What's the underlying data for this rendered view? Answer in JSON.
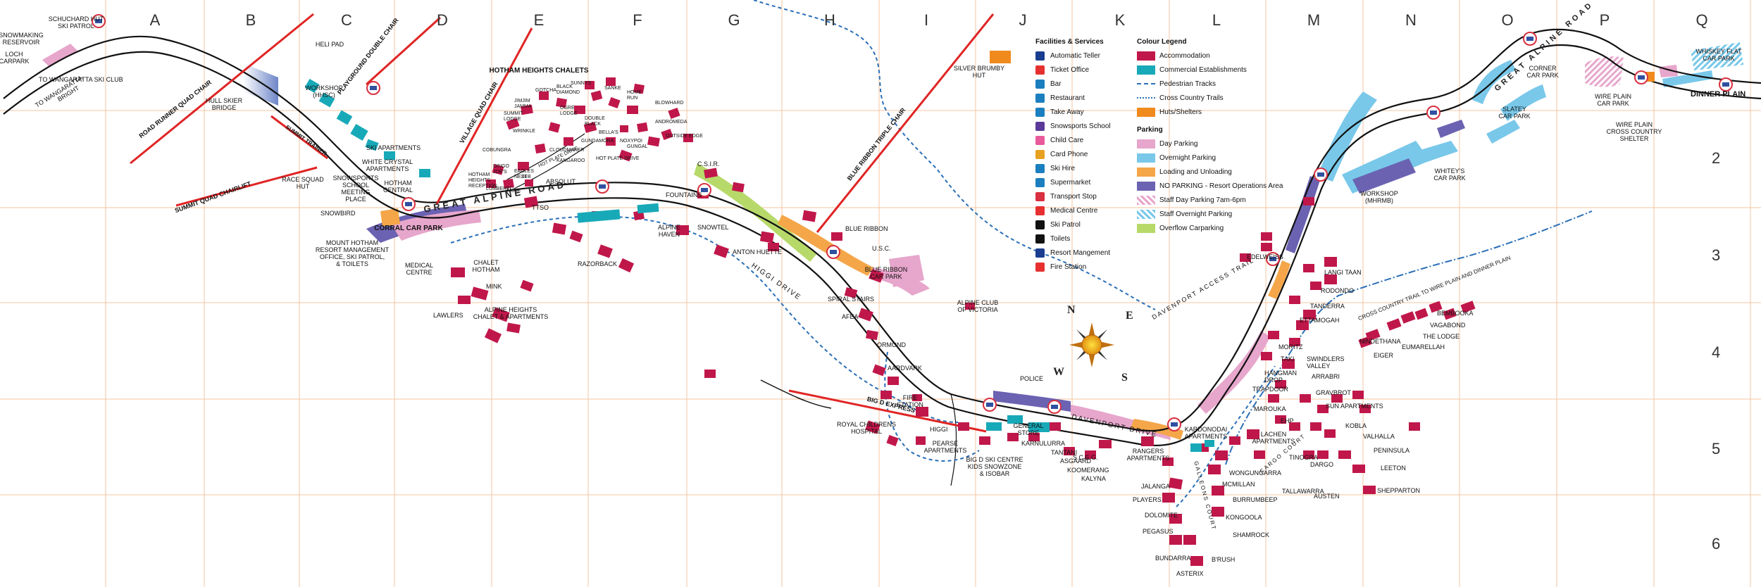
{
  "columns": [
    "A",
    "B",
    "C",
    "D",
    "E",
    "F",
    "G",
    "H",
    "I",
    "J",
    "K",
    "L",
    "M",
    "N",
    "O",
    "P",
    "Q"
  ],
  "rows": [
    "2",
    "3",
    "4",
    "5",
    "6"
  ],
  "road_labels": {
    "great_alpine_road": "GREAT ALPINE ROAD",
    "great_alpine_road_east": "GREAT ALPINE ROAD",
    "higgi_drive": "HIGGI DRIVE",
    "davenport_drive": "DAVENPORT DRIVE",
    "davenport_access_trail": "DAVENPORT ACCESS TRAIL",
    "galleons_court": "GALLEONS COURT",
    "cargo_court": "CARGO COURT",
    "to_wangaratta": "TO WANGARATTA",
    "bright": "BRIGHT",
    "dinner_plain": "DINNER PLAIN",
    "cross_country_trail": "CROSS COUNTRY TRAIL TO WIRE PLAIN AND DINNER PLAIN",
    "hot_plate_drive": "HOT PLATE DRIVE"
  },
  "lifts": {
    "road_runner": "ROAD RUNNER QUAD CHAIR",
    "playground": "PLAYGROUND DOUBLE CHAIR",
    "village": "VILLAGE QUAD CHAIR",
    "summit_quad": "SUMMIT QUAD CHAIRLIFT",
    "summit_trainer": "SUMMIT TRAINER",
    "blue_ribbon": "BLUE RIBBON TRIPLE CHAIR",
    "big_d": "BIG D EXPRESS"
  },
  "places": [
    {
      "id": "snowmaking",
      "text": "SNOWMAKING\nRESERVOIR"
    },
    {
      "id": "loch",
      "text": "LOCH\nCARPARK"
    },
    {
      "id": "schuchard",
      "text": "SCHUCHARD HUT\nSKI PATROL"
    },
    {
      "id": "to_wang_club",
      "text": "TO WANGARATTA SKI CLUB"
    },
    {
      "id": "hull_bridge",
      "text": "HULL SKIER\nBRIDGE"
    },
    {
      "id": "helipad",
      "text": "HELI PAD"
    },
    {
      "id": "workshop_c",
      "text": "WORKSHOP\n(HHSC)"
    },
    {
      "id": "hotham_heights",
      "text": "HOTHAM HEIGHTS CHALETS"
    },
    {
      "id": "snowsports_school",
      "text": "SNOWSPORTS\nSCHOOL\nMEETING\nPLACE"
    },
    {
      "id": "white_crystal",
      "text": "WHITE CRYSTAL\nAPARTMENTS"
    },
    {
      "id": "hotham_central",
      "text": "HOTHAM\nCENTRAL"
    },
    {
      "id": "race_squad",
      "text": "RACE SQUAD\nHUT"
    },
    {
      "id": "snowbird",
      "text": "SNOWBIRD"
    },
    {
      "id": "corral",
      "text": "CORRAL CAR PARK"
    },
    {
      "id": "mount_hotham",
      "text": "MOUNT HOTHAM\nRESORT MANAGEMENT\nOFFICE, SKI PATROL,\n& TOILETS"
    },
    {
      "id": "medical_c",
      "text": "MEDICAL\nCENTRE"
    },
    {
      "id": "chalet_hotham",
      "text": "CHALET\nHOTHAM"
    },
    {
      "id": "mink",
      "text": "MINK"
    },
    {
      "id": "alpine_heights",
      "text": "ALPINE HEIGHTS\nCHALET & APARTMENTS"
    },
    {
      "id": "lawlers",
      "text": "LAWLERS"
    },
    {
      "id": "razorback",
      "text": "RAZORBACK"
    },
    {
      "id": "absolut",
      "text": "ABSOLUT"
    },
    {
      "id": "csir",
      "text": "C.S.I.R."
    },
    {
      "id": "fountains",
      "text": "FOUNTAINS"
    },
    {
      "id": "alpine_haven",
      "text": "ALPINE\nHAVEN"
    },
    {
      "id": "snowtel",
      "text": "SNOWTEL"
    },
    {
      "id": "anton",
      "text": "ANTON HUETTE"
    },
    {
      "id": "blue_ribbon",
      "text": "BLUE RIBBON"
    },
    {
      "id": "usc",
      "text": "U.S.C."
    },
    {
      "id": "blue_ribbon_cp",
      "text": "BLUE RIBBON\nCAR PARK"
    },
    {
      "id": "spiral",
      "text": "SPIRAL STAIRS"
    },
    {
      "id": "afea",
      "text": "AFEA"
    },
    {
      "id": "ormond",
      "text": "ORMOND"
    },
    {
      "id": "aardvark",
      "text": "AARDVARK"
    },
    {
      "id": "fire_station",
      "text": "FIRE\nSTATION"
    },
    {
      "id": "royal_childrens",
      "text": "ROYAL CHILDRENS\nHOSPITAL"
    },
    {
      "id": "higgi",
      "text": "HIGGI"
    },
    {
      "id": "pearse",
      "text": "PEARSE\nAPARTMENTS"
    },
    {
      "id": "big_d_centre",
      "text": "BIG D SKI CENTRE\nKIDS SNOWZONE\n& ISOBAR"
    },
    {
      "id": "silver_brumby",
      "text": "SILVER BRUMBY\nHUT"
    },
    {
      "id": "alpine_club",
      "text": "ALPINE CLUB\nOF VICTORIA"
    },
    {
      "id": "police",
      "text": "POLICE"
    },
    {
      "id": "general_store",
      "text": "GENERAL\nSTORE"
    },
    {
      "id": "karnulurra",
      "text": "KARNULURRA"
    },
    {
      "id": "tantani",
      "text": "TANTANI"
    },
    {
      "id": "asgaard",
      "text": "ASGAARD"
    },
    {
      "id": "koomerang",
      "text": "KOOMERANG"
    },
    {
      "id": "kalyna",
      "text": "KALYNA"
    },
    {
      "id": "jalanga",
      "text": "JALANGA"
    },
    {
      "id": "players",
      "text": "PLAYERS"
    },
    {
      "id": "dolomite",
      "text": "DOLOMITE"
    },
    {
      "id": "pegasus",
      "text": "PEGASUS"
    },
    {
      "id": "bundarra",
      "text": "BUNDARRA"
    },
    {
      "id": "asterix",
      "text": "ASTERIX"
    },
    {
      "id": "brush",
      "text": "B'RUSH"
    },
    {
      "id": "shamrock",
      "text": "SHAMROCK"
    },
    {
      "id": "kongoola",
      "text": "KONGOOLA"
    },
    {
      "id": "burrumbeep",
      "text": "BURRUMBEEP"
    },
    {
      "id": "mcmillan",
      "text": "McMILLAN"
    },
    {
      "id": "wongungarra",
      "text": "WONGUNGARRA"
    },
    {
      "id": "rangers",
      "text": "RANGERS\nAPARTMENTS"
    },
    {
      "id": "sceg",
      "text": "S.C.E.G."
    },
    {
      "id": "kardonodai",
      "text": "KARDONODAI\nAPARTMENTS"
    },
    {
      "id": "edelweiss",
      "text": "EDELWEISS"
    },
    {
      "id": "langtaan",
      "text": "LANGI TAAN"
    },
    {
      "id": "rodondo",
      "text": "RODONDO"
    },
    {
      "id": "tanderra",
      "text": "TANDERRA"
    },
    {
      "id": "ettamogah",
      "text": "ETTAMOGAH"
    },
    {
      "id": "moritz",
      "text": "MORITZ"
    },
    {
      "id": "taki",
      "text": "TAKI"
    },
    {
      "id": "swindlers",
      "text": "SWINDLERS\nVALLEY"
    },
    {
      "id": "arrabri",
      "text": "ARRABRI"
    },
    {
      "id": "nindethana",
      "text": "NINDETHANA"
    },
    {
      "id": "hangman",
      "text": "HANGMAN\nDROP"
    },
    {
      "id": "gravbrot",
      "text": "GRAVBROT"
    },
    {
      "id": "trapdoor",
      "text": "TRAPDOOR"
    },
    {
      "id": "maroukai",
      "text": "MAROUKA"
    },
    {
      "id": "sun_apts",
      "text": "SUN APARTMENTS"
    },
    {
      "id": "lachen",
      "text": "LACHEN\nAPARTMENTS"
    },
    {
      "id": "ehp",
      "text": "EHP"
    },
    {
      "id": "kobla",
      "text": "KOBLA"
    },
    {
      "id": "valhalla",
      "text": "VALHALLA"
    },
    {
      "id": "peninsula",
      "text": "PENINSULA"
    },
    {
      "id": "leeton",
      "text": "LEETON"
    },
    {
      "id": "shepparton",
      "text": "SHEPPARTON"
    },
    {
      "id": "austen",
      "text": "AUSTEN"
    },
    {
      "id": "dargo",
      "text": "DARGO"
    },
    {
      "id": "tinogra",
      "text": "TINOGRA"
    },
    {
      "id": "tallawarra",
      "text": "TALLAWARRA"
    },
    {
      "id": "bembooka",
      "text": "BEMBOOKA"
    },
    {
      "id": "vagabond",
      "text": "VAGABOND"
    },
    {
      "id": "the_lodge",
      "text": "THE LODGE"
    },
    {
      "id": "eumarellah",
      "text": "EUMARELLAH"
    },
    {
      "id": "eiger",
      "text": "EIGER"
    },
    {
      "id": "workshop_mhrmb",
      "text": "WORKSHOP\n(MHRMB)"
    },
    {
      "id": "whiteys",
      "text": "WHITEY'S\nCAR PARK"
    },
    {
      "id": "slatey",
      "text": "SLATEY\nCAR PARK"
    },
    {
      "id": "corner",
      "text": "CORNER\nCAR PARK"
    },
    {
      "id": "wire_plain_cp",
      "text": "WIRE PLAIN\nCAR PARK"
    },
    {
      "id": "wire_plain_shelter",
      "text": "WIRE PLAIN\nCROSS COUNTRY\nSHELTER"
    },
    {
      "id": "whiskey_flat",
      "text": "WHISKEY FLAT\nCAR PARK"
    },
    {
      "id": "hot_plate",
      "text": "HOT PLATE DRIVE"
    },
    {
      "id": "outside_edge",
      "text": "OUTSIDE EDGE"
    },
    {
      "id": "blowhard",
      "text": "BLOWHARD"
    },
    {
      "id": "andromeda",
      "text": "ANDROMEDA"
    },
    {
      "id": "home_run",
      "text": "HOME\nRUN"
    },
    {
      "id": "sanke",
      "text": "SANKE"
    },
    {
      "id": "sunnys",
      "text": "SUNNYS"
    },
    {
      "id": "black_diamond",
      "text": "BLACK\nDIAMOND"
    },
    {
      "id": "gotcha",
      "text": "GOTCHA"
    },
    {
      "id": "jimjim",
      "text": "JIMJIM\nJAMMA"
    },
    {
      "id": "summit_lodge",
      "text": "SUMMIT\nLODGE"
    },
    {
      "id": "wrinkle",
      "text": "WRINKLE"
    },
    {
      "id": "cobungra",
      "text": "COBUNGRA"
    },
    {
      "id": "dingo",
      "text": "DINGO\nJOE'S"
    },
    {
      "id": "eagles",
      "text": "EAGLES\nNEST"
    },
    {
      "id": "hotham_hr",
      "text": "HOTHAM\nHEIGHTS\nRECEPTION"
    },
    {
      "id": "gundamora",
      "text": "GUNDAMORA"
    },
    {
      "id": "bellas",
      "text": "BELLA'S"
    },
    {
      "id": "noxypoi",
      "text": "NOXYPOI"
    },
    {
      "id": "cloudmaker",
      "text": "CLOUDMAKER"
    },
    {
      "id": "kangaroo",
      "text": "KANGAROO"
    },
    {
      "id": "double_black",
      "text": "DOUBLE\nBLACK"
    },
    {
      "id": "ogroe",
      "text": "OGRE\nLODGE"
    },
    {
      "id": "gungal",
      "text": "GUNGAL"
    },
    {
      "id": "lumbered",
      "text": "LUMBERED"
    },
    {
      "id": "nuke",
      "text": "NUKE"
    },
    {
      "id": "zeb",
      "text": "ZEB"
    },
    {
      "id": "ttso",
      "text": "TTSO"
    },
    {
      "id": "ski_apts",
      "text": "SKI APARTMENTS"
    }
  ],
  "legend": {
    "facilities_title": "Facilities & Services",
    "facilities": [
      {
        "label": "Automatic Teller",
        "color": "#1b3d8f"
      },
      {
        "label": "Ticket Office",
        "color": "#e63030"
      },
      {
        "label": "Bar",
        "color": "#1b7fbf"
      },
      {
        "label": "Restaurant",
        "color": "#1b7fbf"
      },
      {
        "label": "Take Away",
        "color": "#1b7fbf"
      },
      {
        "label": "Snowsports School",
        "color": "#5b3a9a"
      },
      {
        "label": "Child Care",
        "color": "#e85a9a"
      },
      {
        "label": "Card Phone",
        "color": "#e8a020"
      },
      {
        "label": "Ski Hire",
        "color": "#1b7fbf"
      },
      {
        "label": "Supermarket",
        "color": "#1b7fbf"
      },
      {
        "label": "Transport Stop",
        "color": "#d83040"
      },
      {
        "label": "Medical Centre",
        "color": "#e63030"
      },
      {
        "label": "Ski Patrol",
        "color": "#111111"
      },
      {
        "label": "Toilets",
        "color": "#111111"
      },
      {
        "label": "Resort Mangement",
        "color": "#1b3d8f"
      },
      {
        "label": "Fire Station",
        "color": "#e63030"
      }
    ],
    "colour_title": "Colour Legend",
    "colours": [
      {
        "label": "Accommodation",
        "color": "#c0174a",
        "style": "solid"
      },
      {
        "label": "Commercial Establishments",
        "color": "#18a9b8",
        "style": "solid"
      },
      {
        "label": "Pedestrian Tracks",
        "color": "#2a6fb8",
        "style": "dash"
      },
      {
        "label": "Cross Country Trails",
        "color": "#2a6fb8",
        "style": "dashdot"
      },
      {
        "label": "Huts/Shelters",
        "color": "#f08a1c",
        "style": "solid"
      }
    ],
    "parking_title": "Parking",
    "parking": [
      {
        "label": "Day Parking",
        "color": "#e7a6cc",
        "style": "solid"
      },
      {
        "label": "Overnight Parking",
        "color": "#79c8ea",
        "style": "solid"
      },
      {
        "label": "Loading and Unloading",
        "color": "#f4a649",
        "style": "solid"
      },
      {
        "label": "NO PARKING - Resort Operations Area",
        "color": "#6b62b2",
        "style": "solid"
      },
      {
        "label": "Staff Day Parking 7am-6pm",
        "color": "#e7a6cc",
        "style": "hatch"
      },
      {
        "label": "Staff Overnight Parking",
        "color": "#79c8ea",
        "style": "hatch"
      },
      {
        "label": "Overflow Carparking",
        "color": "#b7d96a",
        "style": "solid"
      }
    ]
  },
  "compass": {
    "n": "N",
    "e": "E",
    "s": "S",
    "w": "W"
  },
  "colors": {
    "accommodation": "#c0174a",
    "commercial": "#18a9b8",
    "day_parking": "#e7a6cc",
    "overnight": "#79c8ea",
    "loading": "#f4a649",
    "no_parking": "#6b62b2",
    "overflow": "#b7d96a",
    "hut": "#f08a1c",
    "lift": "#e02424",
    "grid": "#f4c4a0",
    "track": "#2a6fb8"
  }
}
